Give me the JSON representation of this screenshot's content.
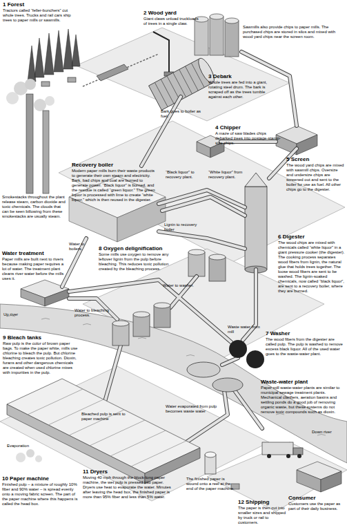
{
  "diagram": {
    "nodes": [
      {
        "text": [
          "1 Forest",
          "Tractors called “feller-bunchers” cut whole trees. Trucks and rail cars ship trees to paper mills or sawmills."
        ]
      },
      {
        "text": [
          "2 Wood yard",
          "Giant claws unload truckloads of trees in a single claw."
        ]
      },
      {
        "text": [
          "3 Debark",
          "Whole trees are fed into a giant, rotating steel drum. The bark is scraped off as the trees tumble against each other."
        ]
      },
      {
        "text": [
          "4 Chipper",
          "A maze of saw blades chips debarked trees into postage-stamp-size chips."
        ]
      },
      {
        "text": [
          "5 Screen",
          "The wood yard chips are mixed with sawmill chips. Oversize and undersize chips are screened out and sent to the boiler for use as fuel. All other chips go to the digester."
        ]
      },
      {
        "text": [
          "Recovery boiler",
          "Modern paper mills burn their waste products to generate their own steam and electricity. Bark, bad chips and coal are burned to generate power. “Black liquor” is burned, and the residue is called “green liquor.” The green liquor is processed with lime to create “white liquor,” which is then reused in the digester."
        ]
      },
      {
        "text": [
          "6 Digester",
          "The wood chips are mixed with chemicals called “white liquor” in a giant pressure cooker (the digester). The cooking process separates wood fibers from lignin, the natural glue that holds trees together. The loose wood fibers are sent to be washed. The lignin-soaked chemicals, now called “black liquor”, are sent to a recovery boiler, where they are burned."
        ]
      },
      {
        "text": [
          "Water treatment",
          "Paper mills are built next to rivers because making paper requires a lot of water. The treatment plant cleans river water before the mills uses it."
        ]
      },
      {
        "text": [
          "8 Oxygen delignification",
          "Some mills use oxygen to remove any leftover lignin from the pulp before bleaching. This reduces toxic pollution created by the bleaching process."
        ]
      },
      {
        "text": [
          "7 Washer",
          "The wood fibers from the digester are called pulp. The pulp is washed to remove excess black liquor. All of the used water goes to the waste-water plant."
        ]
      },
      {
        "text": [
          "9 Bleach tanks",
          "Raw pulp is the color of brown paper bags. To make the paper white, mills use chlorine to bleach the pulp. But chlorine bleaching creates toxic pollution. Dioxin, furans and other dangerous chemicals are created when used chlorine mixes with impurities in the pulp."
        ]
      },
      {
        "text": [
          "Waste-water plant",
          "Paper mill waste-water plants are similar to municipal sewage treatment plants. Mechanical clarifiers, aeration basins and settling ponds do a good job of removing organic waste, but these systems do not remove toxic compounds such as dioxin."
        ]
      },
      {
        "text": [
          "10 Paper machine",
          "Finished pulp – a mixture of roughly 10% fiber and 90% water – is spread evenly onto a moving fabric screen. The part of the paper machine where this happens is called the head box."
        ]
      },
      {
        "text": [
          "11 Dryers",
          "Moving 40 mph through the block-long paper machine, the wet pulp is pressed into paper. Dryers use heat to evaporate the water. Minutes after leaving the head box, the finished paper is more than 95% fiber and less than 5% water."
        ]
      },
      {
        "text": [
          "12 Shipping",
          "The paper is then cut into smaller sizes and shipped by truck or rail to customers."
        ]
      },
      {
        "text": [
          "Consumer",
          "Customers use the paper as part of their daily business."
        ]
      }
    ],
    "labels": [
      "Sawmills also provide chips to paper mills. The purchased chips are stored in silos and mixed with wood yard chips near the screen room.",
      "Bark goes to boiler as fuel.",
      "“Black liquor” to recovery plant.",
      "“White liquor” from recovery plant.",
      "Smokestacks throughout the plant release steam, carbon dioxide and toxic chemicals. The clouds that can be seen billowing from these smokestacks are usually steam.",
      "Lignin to recovery boiler",
      "Water to boilers.",
      "Water to washer.",
      "Up river",
      "Water to bleaching process.",
      "Waste water from mill",
      "Bleached pulp is sent to paper machine",
      "Water evaporated from pulp becomes waste water",
      "Down river",
      "Evaporation",
      "The finished paper is wound onto a reel at the end of the paper machine."
    ]
  }
}
